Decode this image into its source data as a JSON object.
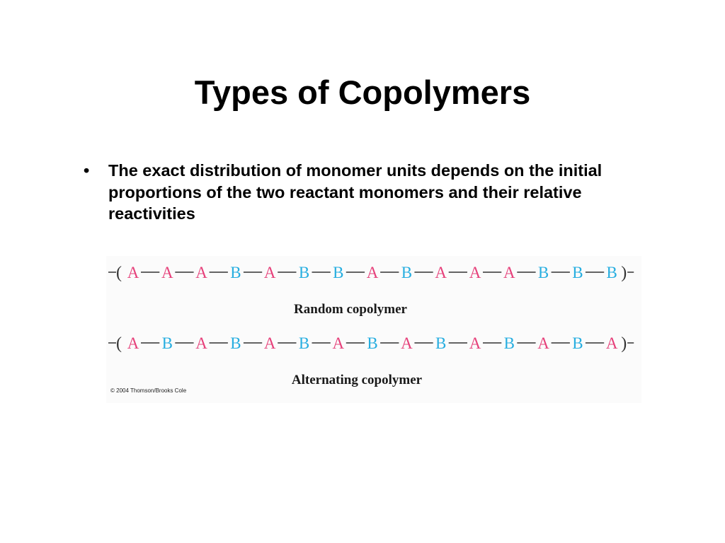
{
  "slide": {
    "title": "Types of Copolymers",
    "bullets": [
      "The exact distribution of monomer units depends on the initial proportions of the two reactant monomers and their relative reactivities"
    ],
    "bullet_symbol": "•"
  },
  "figure": {
    "colors": {
      "A": "#e6407a",
      "B": "#27aee0",
      "bond": "#333333"
    },
    "chains": [
      {
        "name": "random",
        "monomers": [
          "A",
          "A",
          "A",
          "B",
          "A",
          "B",
          "B",
          "A",
          "B",
          "A",
          "A",
          "A",
          "B",
          "B",
          "B"
        ],
        "label": "Random copolymer"
      },
      {
        "name": "alternating",
        "monomers": [
          "A",
          "B",
          "A",
          "B",
          "A",
          "B",
          "A",
          "B",
          "A",
          "B",
          "A",
          "B",
          "A",
          "B",
          "A"
        ],
        "label": "Alternating copolymer"
      }
    ],
    "credit": "© 2004 Thomson/Brooks Cole"
  }
}
